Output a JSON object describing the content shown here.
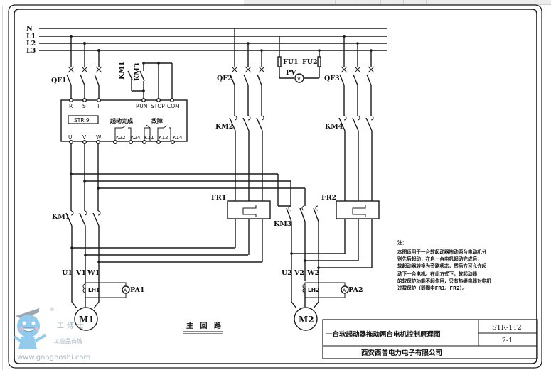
{
  "bus": {
    "labels": [
      "N",
      "L1",
      "L2",
      "L3"
    ]
  },
  "soft_starter": {
    "model": "STR 9",
    "input_terminals": [
      "R",
      "S",
      "T"
    ],
    "control_terminals": [
      "RUN",
      "STOP",
      "COM"
    ],
    "output_terminals": [
      "U",
      "V",
      "W"
    ],
    "relay_labels": {
      "bypass": "起动完成",
      "fault": "故障"
    },
    "relay_terminals": [
      "K22",
      "K24",
      "K11",
      "K12",
      "K14"
    ]
  },
  "components": {
    "qf1": "QF1",
    "qf2": "QF2",
    "qf3": "QF3",
    "km1": "KM1",
    "km2": "KM2",
    "km3": "KM3",
    "km4": "KM4",
    "km1_ctrl": "KM1",
    "km3_ctrl": "KM3",
    "fr1": "FR1",
    "fr2": "FR2",
    "fu1": "FU1",
    "fu2": "FU2",
    "pv": "PV",
    "pv_symbol": "V",
    "m1": "M1",
    "m2": "M2",
    "m1_terminals": [
      "U1",
      "V1",
      "W1"
    ],
    "m2_terminals": [
      "U2",
      "V2",
      "W2"
    ],
    "ct1": "LH1",
    "ct2": "LH2",
    "pa1": "PA1",
    "pa2": "PA2",
    "pa_symbol": "A"
  },
  "circuit_title": "主 回 路",
  "note": {
    "heading": "注：",
    "lines": [
      "本图适用于一台软起动器拖动两台电动机分",
      "别先后起动，在启一台电机起动完成后，",
      "软起动器转换为旁路状态，然后方可允许起",
      "动下一台电机。在此方式下，软起动器",
      "的软保护功能不起作用，只有热继电器对电机",
      "过载保护（即图中FR1、FR2）。"
    ]
  },
  "title_block": {
    "drawing_title": "一台软起动器拖动两台电机控制原理图",
    "drawing_number": "STR-1T2",
    "sheet": "2-1",
    "company": "西安西普电力电子有限公司"
  },
  "watermark": {
    "brand": "工博士",
    "subtitle": "工业品商城",
    "url": "www.gongboshi.com",
    "registered": "®"
  }
}
